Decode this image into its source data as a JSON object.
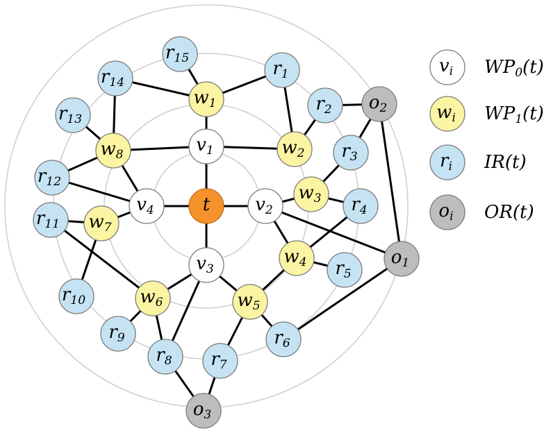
{
  "colors": {
    "ring": "#cfcfcf",
    "edge": "#000000",
    "target_fill": "#f5922b",
    "target_stroke": "#c86a17",
    "wp0_fill": "#ffffff",
    "wp1_fill": "#fbf4a2",
    "ir_fill": "#c5e3f3",
    "or_fill": "#bdbdbd",
    "node_stroke": "#7a7a7a"
  },
  "nodes": [
    {
      "id": "t",
      "kind": "target",
      "label": "t",
      "sub": ""
    },
    {
      "id": "v1",
      "kind": "wp0",
      "label": "v",
      "sub": "1"
    },
    {
      "id": "v2",
      "kind": "wp0",
      "label": "v",
      "sub": "2"
    },
    {
      "id": "v3",
      "kind": "wp0",
      "label": "v",
      "sub": "3"
    },
    {
      "id": "v4",
      "kind": "wp0",
      "label": "v",
      "sub": "4"
    },
    {
      "id": "w1",
      "kind": "wp1",
      "label": "w",
      "sub": "1"
    },
    {
      "id": "w2",
      "kind": "wp1",
      "label": "w",
      "sub": "2"
    },
    {
      "id": "w3",
      "kind": "wp1",
      "label": "w",
      "sub": "3"
    },
    {
      "id": "w4",
      "kind": "wp1",
      "label": "w",
      "sub": "4"
    },
    {
      "id": "w5",
      "kind": "wp1",
      "label": "w",
      "sub": "5"
    },
    {
      "id": "w6",
      "kind": "wp1",
      "label": "w",
      "sub": "6"
    },
    {
      "id": "w7",
      "kind": "wp1",
      "label": "w",
      "sub": "7"
    },
    {
      "id": "w8",
      "kind": "wp1",
      "label": "w",
      "sub": "8"
    },
    {
      "id": "r1",
      "kind": "ir",
      "label": "r",
      "sub": "1"
    },
    {
      "id": "r2",
      "kind": "ir",
      "label": "r",
      "sub": "2"
    },
    {
      "id": "r3",
      "kind": "ir",
      "label": "r",
      "sub": "3"
    },
    {
      "id": "r4",
      "kind": "ir",
      "label": "r",
      "sub": "4"
    },
    {
      "id": "r5",
      "kind": "ir",
      "label": "r",
      "sub": "5"
    },
    {
      "id": "r6",
      "kind": "ir",
      "label": "r",
      "sub": "6"
    },
    {
      "id": "r7",
      "kind": "ir",
      "label": "r",
      "sub": "7"
    },
    {
      "id": "r8",
      "kind": "ir",
      "label": "r",
      "sub": "8"
    },
    {
      "id": "r9",
      "kind": "ir",
      "label": "r",
      "sub": "9"
    },
    {
      "id": "r10",
      "kind": "ir",
      "label": "r",
      "sub": "10"
    },
    {
      "id": "r11",
      "kind": "ir",
      "label": "r",
      "sub": "11"
    },
    {
      "id": "r12",
      "kind": "ir",
      "label": "r",
      "sub": "12"
    },
    {
      "id": "r13",
      "kind": "ir",
      "label": "r",
      "sub": "13"
    },
    {
      "id": "r14",
      "kind": "ir",
      "label": "r",
      "sub": "14"
    },
    {
      "id": "r15",
      "kind": "ir",
      "label": "r",
      "sub": "15"
    },
    {
      "id": "o1",
      "kind": "or",
      "label": "o",
      "sub": "1"
    },
    {
      "id": "o2",
      "kind": "or",
      "label": "o",
      "sub": "2"
    },
    {
      "id": "o3",
      "kind": "or",
      "label": "o",
      "sub": "3"
    }
  ],
  "edges": [
    [
      "t",
      "v1"
    ],
    [
      "t",
      "v2"
    ],
    [
      "t",
      "v3"
    ],
    [
      "t",
      "v4"
    ],
    [
      "v1",
      "w8"
    ],
    [
      "v1",
      "w2"
    ],
    [
      "v1",
      "w1"
    ],
    [
      "w1",
      "r15"
    ],
    [
      "w1",
      "r14"
    ],
    [
      "w1",
      "r1"
    ],
    [
      "r1",
      "w2"
    ],
    [
      "w2",
      "r2"
    ],
    [
      "r2",
      "o2"
    ],
    [
      "o2",
      "r3"
    ],
    [
      "o2",
      "o1"
    ],
    [
      "r3",
      "w3"
    ],
    [
      "v2",
      "w3"
    ],
    [
      "w3",
      "r4"
    ],
    [
      "v2",
      "w4"
    ],
    [
      "v2",
      "o1"
    ],
    [
      "r4",
      "w4"
    ],
    [
      "w4",
      "r5"
    ],
    [
      "w4",
      "w5"
    ],
    [
      "w5",
      "v3"
    ],
    [
      "w5",
      "r6"
    ],
    [
      "w5",
      "r7"
    ],
    [
      "r6",
      "o1"
    ],
    [
      "r7",
      "o3"
    ],
    [
      "o3",
      "r8"
    ],
    [
      "r8",
      "v3"
    ],
    [
      "r8",
      "w6"
    ],
    [
      "w6",
      "v3"
    ],
    [
      "w6",
      "r9"
    ],
    [
      "w6",
      "r11"
    ],
    [
      "r11",
      "w7"
    ],
    [
      "w7",
      "v4"
    ],
    [
      "w7",
      "r10"
    ],
    [
      "v4",
      "r12"
    ],
    [
      "v4",
      "w8"
    ],
    [
      "r12",
      "w8"
    ],
    [
      "w8",
      "r13"
    ],
    [
      "w8",
      "r14"
    ]
  ],
  "legend": [
    {
      "kind": "wp0",
      "symbol": "v",
      "sub": "i",
      "text": "WP",
      "text_sub": "0",
      "text_tail": "(t)"
    },
    {
      "kind": "wp1",
      "symbol": "w",
      "sub": "i",
      "text": "WP",
      "text_sub": "1",
      "text_tail": "(t)"
    },
    {
      "kind": "ir",
      "symbol": "r",
      "sub": "i",
      "text": "IR",
      "text_sub": "",
      "text_tail": "(t)"
    },
    {
      "kind": "or",
      "symbol": "o",
      "sub": "i",
      "text": "OR",
      "text_sub": "",
      "text_tail": "(t)"
    }
  ]
}
